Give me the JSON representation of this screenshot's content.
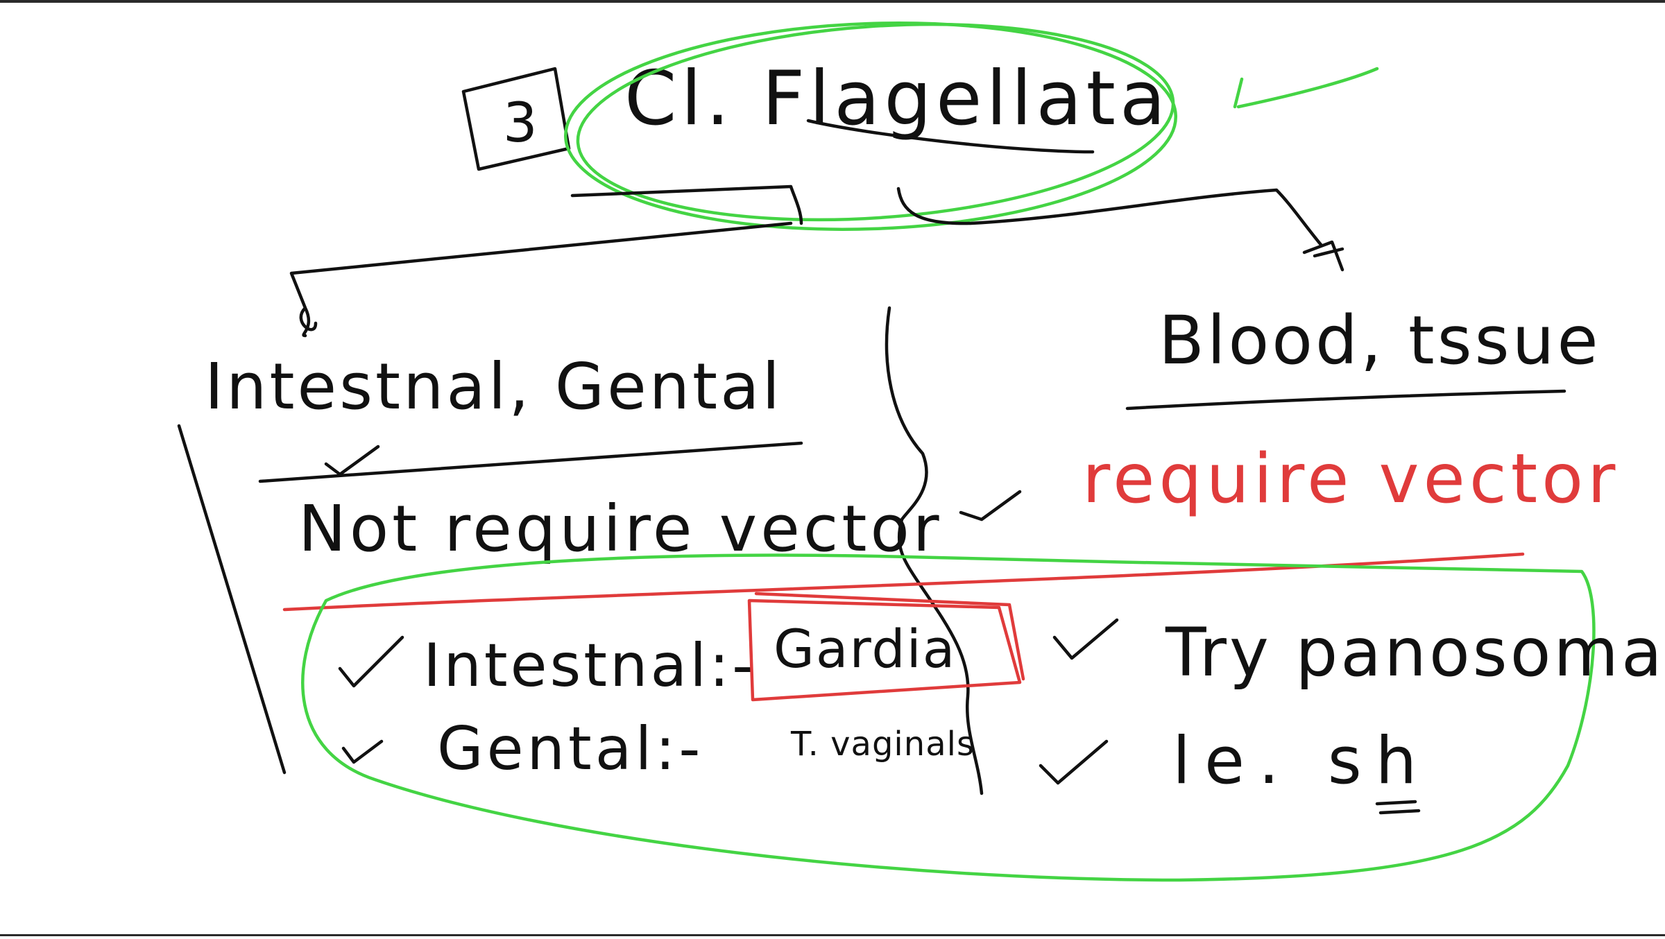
{
  "whiteboard": {
    "number": "3",
    "title": "Cl. Flagellata",
    "left_branch": {
      "heading": "Intestnal, Gental",
      "note": "Not require vector",
      "items": [
        {
          "label": "Intestnal:-",
          "value": "Gardia"
        },
        {
          "label": "Gental:-",
          "value": "T. vaginals"
        }
      ]
    },
    "right_branch": {
      "heading": "Blood, tssue",
      "note": "require vector",
      "items": [
        {
          "label": "Try panosoma"
        },
        {
          "label": "le. sh"
        }
      ]
    },
    "colors": {
      "ink": "#111111",
      "highlight_green": "#44d444",
      "highlight_red": "#e03b3b"
    }
  }
}
